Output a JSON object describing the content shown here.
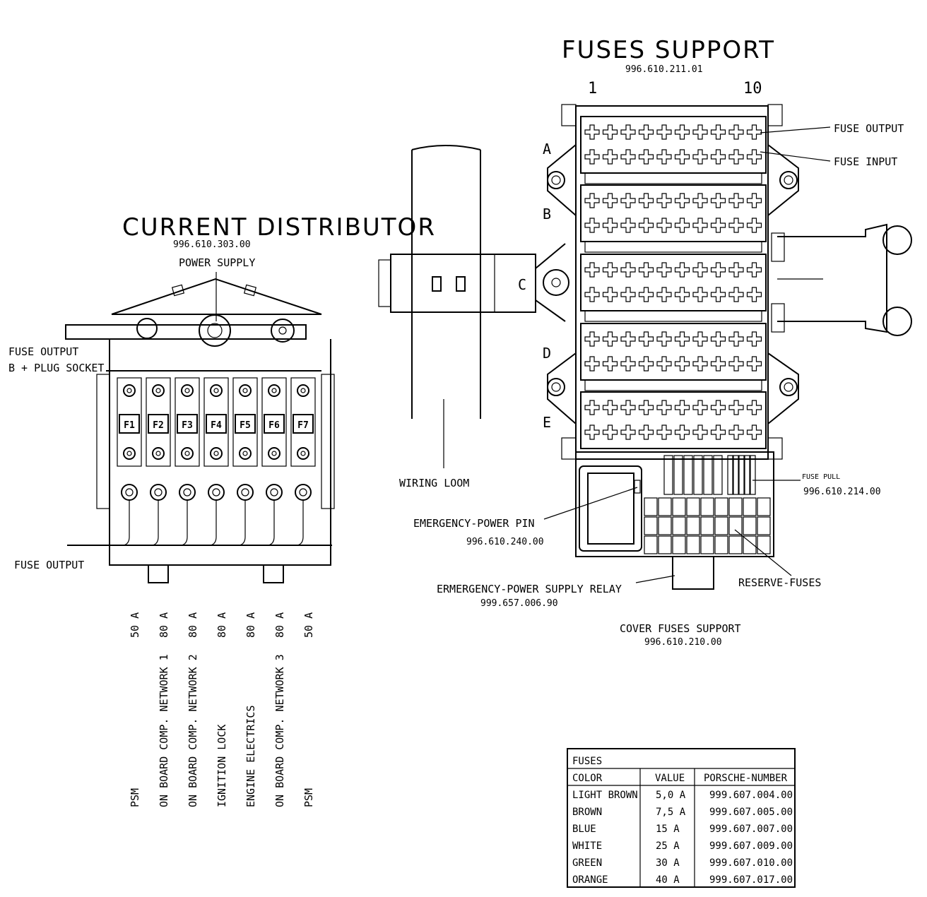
{
  "fuses_support": {
    "title": "FUSES SUPPORT",
    "part_number": "996.610.211.01",
    "column_start": "1",
    "column_end": "10",
    "rows": [
      "A",
      "B",
      "C",
      "D",
      "E"
    ],
    "fuse_output": "FUSE OUTPUT",
    "fuse_input": "FUSE INPUT",
    "fuse_pull": "FUSE PULL",
    "fuse_pull_number": "996.610.214.00",
    "emergency_pin": "EMERGENCY-POWER PIN",
    "emergency_pin_number": "996.610.240.00",
    "relay": "ERMERGENCY-POWER  SUPPLY RELAY",
    "relay_number": "999.657.006.90",
    "reserve_fuses": "RESERVE-FUSES",
    "cover": "COVER  FUSES SUPPORT",
    "cover_number": "996.610.210.00"
  },
  "wiring_loom": "WIRING LOOM",
  "current_distributor": {
    "title": "CURRENT DISTRIBUTOR",
    "part_number": "996.610.303.00",
    "power_supply": "POWER SUPPLY",
    "fuse_output_top_1": "FUSE OUTPUT",
    "fuse_output_top_2": "B + PLUG SOCKET",
    "fuse_output_bottom": "FUSE OUTPUT",
    "fuses": [
      {
        "id": "F1",
        "rating": "50 A",
        "name": "PSM"
      },
      {
        "id": "F2",
        "rating": "80 A",
        "name": "ON BOARD COMP. NETWORK 1"
      },
      {
        "id": "F3",
        "rating": "80 A",
        "name": "ON BOARD COMP. NETWORK 2"
      },
      {
        "id": "F4",
        "rating": "80 A",
        "name": "IGNITION LOCK"
      },
      {
        "id": "F5",
        "rating": "80 A",
        "name": "ENGINE ELECTRICS"
      },
      {
        "id": "F6",
        "rating": "80 A",
        "name": "ON BOARD COMP. NETWORK 3"
      },
      {
        "id": "F7",
        "rating": "50 A",
        "name": "PSM"
      }
    ]
  },
  "fuse_table": {
    "title": "FUSES",
    "headers": [
      "COLOR",
      "VALUE",
      "PORSCHE-NUMBER"
    ],
    "rows": [
      [
        "LIGHT BROWN",
        "5,0 A",
        "999.607.004.00"
      ],
      [
        "BROWN",
        "7,5 A",
        "999.607.005.00"
      ],
      [
        "BLUE",
        "15 A",
        "999.607.007.00"
      ],
      [
        "WHITE",
        "25 A",
        "999.607.009.00"
      ],
      [
        "GREEN",
        "30 A",
        "999.607.010.00"
      ],
      [
        "ORANGE",
        "40 A",
        "999.607.017.00"
      ]
    ]
  }
}
